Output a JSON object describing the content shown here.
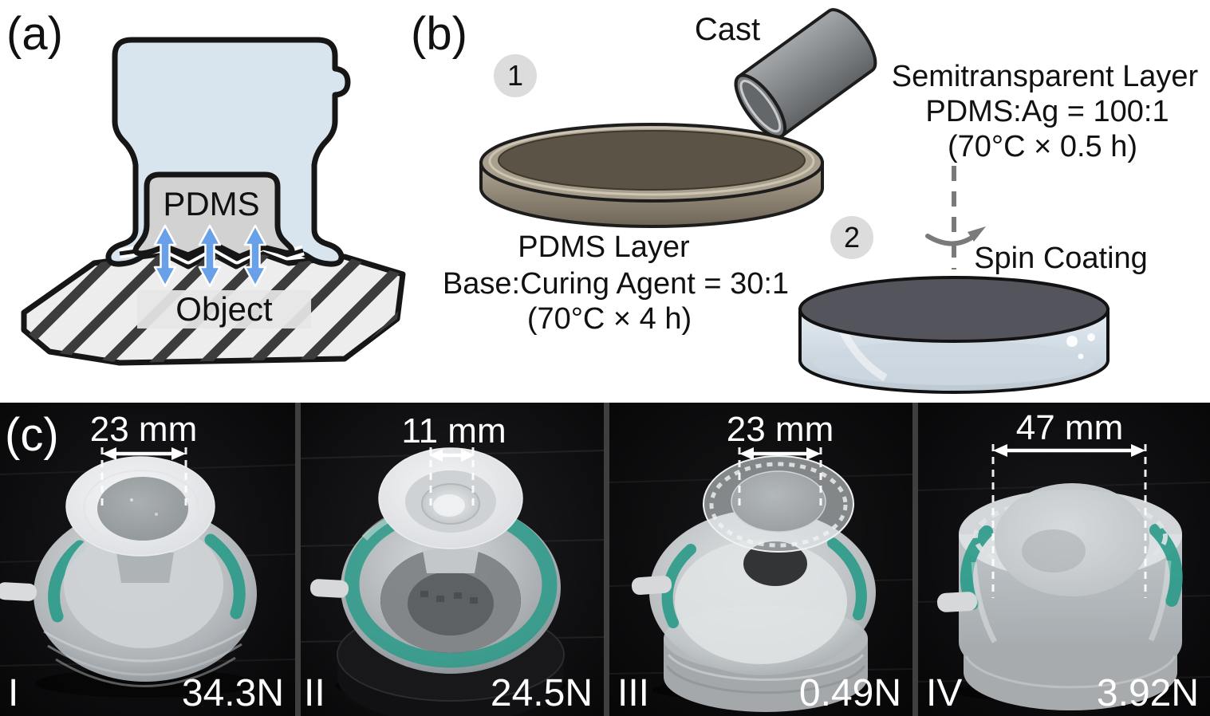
{
  "figure_type": "soft-suction-gripper-fabrication-figure",
  "panel_a": {
    "label": "(a)",
    "pdms_label": "PDMS",
    "object_label": "Object"
  },
  "panel_b": {
    "label": "(b)",
    "step1_badge": "1",
    "step2_badge": "2",
    "cast_label": "Cast",
    "step1_line1": "PDMS Layer",
    "step1_line2": "Base:Curing Agent = 30:1",
    "step1_line3": "(70°C × 4 h)",
    "step2_line1": "Semitransparent Layer",
    "step2_line2": "PDMS:Ag = 100:1",
    "step2_line3": "(70°C × 0.5 h)",
    "step2_process": "Spin Coating"
  },
  "panel_c": {
    "label": "(c)",
    "photos": [
      {
        "numeral": "I",
        "diameter": "23 mm",
        "force": "34.3N"
      },
      {
        "numeral": "II",
        "diameter": "11 mm",
        "force": "24.5N"
      },
      {
        "numeral": "III",
        "diameter": "23 mm",
        "force": "0.49N"
      },
      {
        "numeral": "IV",
        "diameter": "47 mm",
        "force": "3.92N"
      }
    ]
  },
  "colors": {
    "suction_body_blue": "#d8e5ef",
    "pdms_gray": "#d2d2d2",
    "arrow_blue": "#69a1e9",
    "mold_tan": "#a89e8c",
    "coating_dark": "#54545c",
    "seal_teal": "#2a9a88",
    "photo_background": "#0a0a0a"
  }
}
